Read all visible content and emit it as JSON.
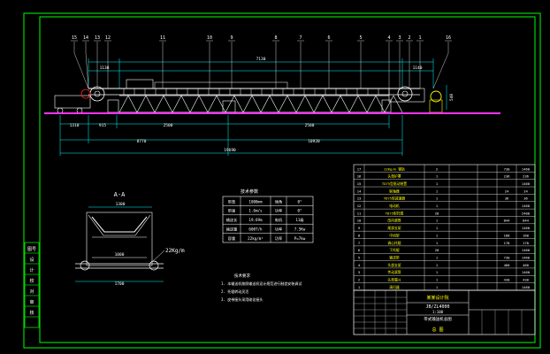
{
  "drawing": {
    "part_numbers": [
      "15",
      "14",
      "13",
      "12",
      "11",
      "10",
      "9",
      "8",
      "7",
      "6",
      "5",
      "4",
      "3",
      "2",
      "1",
      "16"
    ],
    "top_dims": [
      "1130",
      "7130",
      "1140"
    ],
    "bottom_dims": {
      "left_small": "1310",
      "left_mid": "915",
      "left_long": "2500",
      "right_long": "2500",
      "total_left": "8770",
      "total_right": "10920",
      "overall": "19690"
    },
    "height_dim": "540",
    "section": {
      "title": "A-A",
      "top_dim": "1300",
      "inner_dim": "1000",
      "bottom_dim": "1700",
      "load_label": "22Kg/m"
    },
    "tech_table": {
      "title": "技术参数",
      "rows": [
        [
          "带宽",
          "1000mm",
          "倾角",
          "0°"
        ],
        [
          "带速",
          "1.6m/s",
          "功率",
          "0°"
        ],
        [
          "输送长",
          "19.69m",
          "电机",
          "11级"
        ],
        [
          "输送量",
          "600T/h",
          "功率",
          "7.5Kw"
        ],
        [
          "容重",
          "22kg/m³",
          "功率",
          "P=7kw"
        ]
      ]
    },
    "notes": {
      "title": "技术要求",
      "items": [
        "1. 本输送机按照输送机设计规范进行制造安装调试",
        "2. 托辊转动灵活",
        "3. 皮带接头采用硫化接头"
      ]
    },
    "parts_list": [
      [
        "17",
        "22Kg/m 钢轨",
        "2",
        "",
        "730",
        "1460"
      ],
      [
        "16",
        "头部护罩",
        "1",
        "",
        "236",
        "236"
      ],
      [
        "15",
        "TD75型驱动装置",
        "1",
        "",
        "",
        "1460"
      ],
      [
        "14",
        "联轴器",
        "1",
        "",
        "24",
        "24"
      ],
      [
        "13",
        "TD75型减速器",
        "1",
        "",
        "36",
        "36"
      ],
      [
        "12",
        "电动机",
        "1",
        "",
        "",
        "1460"
      ],
      [
        "11",
        "TD75型托辊",
        "20",
        "",
        "",
        "2400"
      ],
      [
        "10",
        "改向滚筒",
        "1",
        "",
        "844",
        "844"
      ],
      [
        "9",
        "尾部支架",
        "1",
        "",
        "",
        "1460"
      ],
      [
        "8",
        "中间架",
        "1",
        "",
        "168",
        "168"
      ],
      [
        "7",
        "调心托辊",
        "1",
        "",
        "178",
        "178"
      ],
      [
        "6",
        "下托辊",
        "20",
        "",
        "",
        "1460"
      ],
      [
        "5",
        "输送带",
        "1",
        "",
        "730",
        "1460"
      ],
      [
        "4",
        "头部支架",
        "1",
        "",
        "460",
        "460"
      ],
      [
        "3",
        "传动滚筒",
        "1",
        "",
        "",
        "1460"
      ],
      [
        "2",
        "头部漏斗",
        "1",
        "",
        "430",
        "430"
      ],
      [
        "1",
        "清扫器",
        "1",
        "",
        "",
        "1460"
      ]
    ],
    "title_block": {
      "drawing_no": "JB/ZL4000",
      "name": "带式输送机总图",
      "scale": "1:100",
      "sheet": "总 图",
      "unit": "某某设计院"
    },
    "left_strip": [
      "图号",
      "设",
      "计",
      "校",
      "对",
      "审",
      "核"
    ]
  },
  "colors": {
    "line_white": "#ffffff",
    "line_green": "#00ff00",
    "line_yellow": "#ffff00",
    "line_cyan": "#00ffff",
    "line_magenta": "#ff33ff",
    "line_red": "#ff2020"
  }
}
